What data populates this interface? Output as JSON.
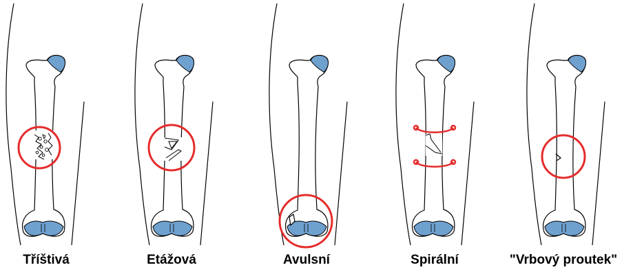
{
  "fracture_types": [
    {
      "label": "Tříštivá",
      "kind": "comminuted"
    },
    {
      "label": "Etážová",
      "kind": "segmental"
    },
    {
      "label": "Avulsní",
      "kind": "avulsion"
    },
    {
      "label": "Spirální",
      "kind": "spiral"
    },
    {
      "label": "\"Vrbový proutek\"",
      "kind": "greenstick"
    }
  ],
  "colors": {
    "cartilage": "#6fa1cf",
    "highlight": "#e52b2b",
    "outline": "#000000"
  }
}
